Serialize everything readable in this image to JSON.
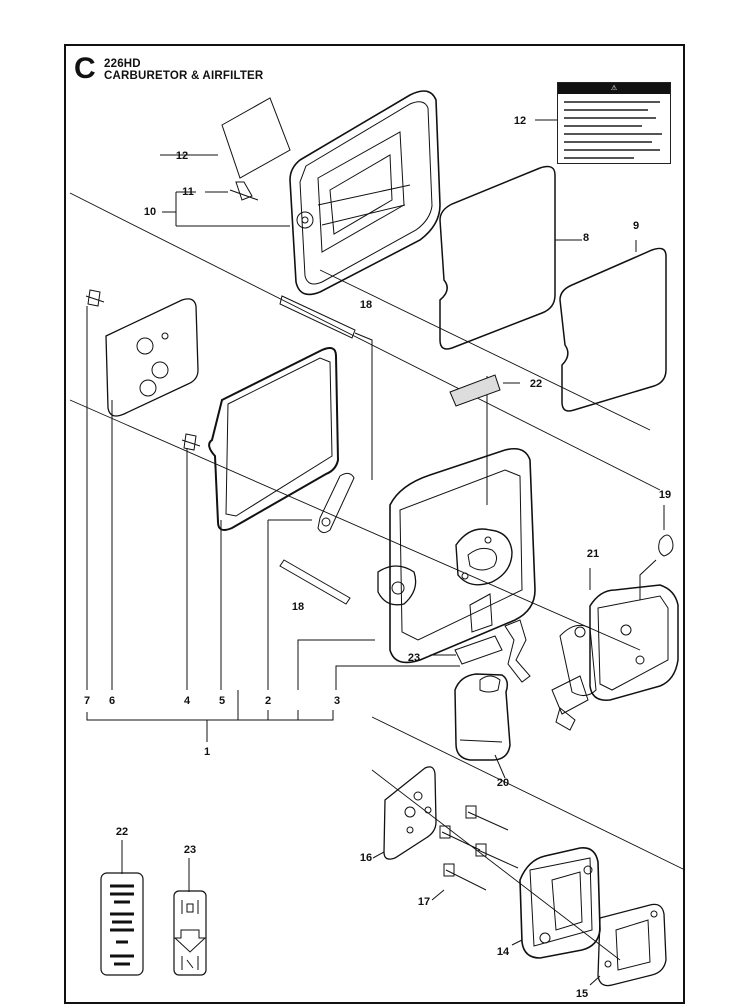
{
  "section_letter": "C",
  "model": "226HD",
  "title": "CARBURETOR & AIRFILTER",
  "warning_label": {
    "header_symbol": "⚠"
  },
  "callouts": [
    {
      "id": "c1",
      "label": "1"
    },
    {
      "id": "c2",
      "label": "2"
    },
    {
      "id": "c3",
      "label": "3"
    },
    {
      "id": "c4",
      "label": "4"
    },
    {
      "id": "c5",
      "label": "5"
    },
    {
      "id": "c6",
      "label": "6"
    },
    {
      "id": "c7",
      "label": "7"
    },
    {
      "id": "c8",
      "label": "8"
    },
    {
      "id": "c9",
      "label": "9"
    },
    {
      "id": "c10",
      "label": "10"
    },
    {
      "id": "c11",
      "label": "11"
    },
    {
      "id": "c12a",
      "label": "12"
    },
    {
      "id": "c12b",
      "label": "12"
    },
    {
      "id": "c14",
      "label": "14"
    },
    {
      "id": "c15",
      "label": "15"
    },
    {
      "id": "c16",
      "label": "16"
    },
    {
      "id": "c17",
      "label": "17"
    },
    {
      "id": "c18a",
      "label": "18"
    },
    {
      "id": "c18b",
      "label": "18"
    },
    {
      "id": "c19",
      "label": "19"
    },
    {
      "id": "c20",
      "label": "20"
    },
    {
      "id": "c21",
      "label": "21"
    },
    {
      "id": "c22a",
      "label": "22"
    },
    {
      "id": "c22b",
      "label": "22"
    },
    {
      "id": "c23a",
      "label": "23"
    },
    {
      "id": "c23b",
      "label": "23"
    }
  ]
}
